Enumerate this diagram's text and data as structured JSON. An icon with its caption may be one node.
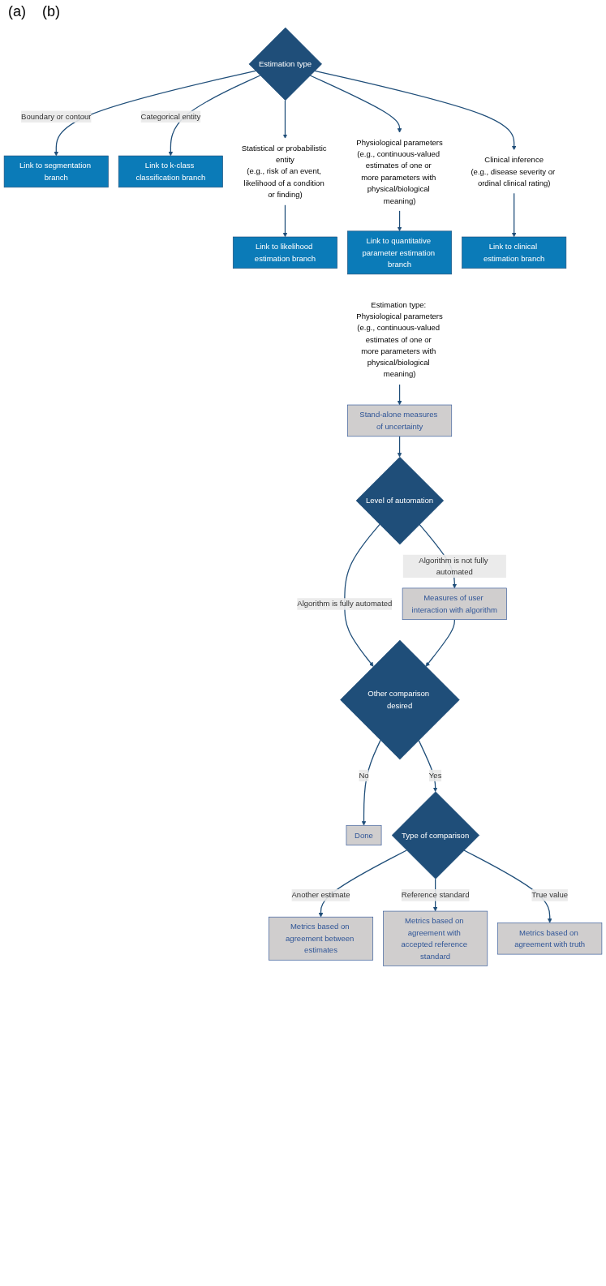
{
  "diagram": {
    "nodes": [
      {
        "text": [
          "Estimation type"
        ]
      },
      {
        "text": [
          "Link to segmentation branch"
        ]
      },
      {
        "text": [
          "Link to k-class classification branch"
        ]
      },
      {
        "text": [
          "Statistical or probabilistic entity",
          "(e.g., risk of an event, likelihood of a condition or finding)"
        ]
      },
      {
        "text": [
          "Physiological parameters",
          "(e.g., continuous-valued estimates of one or more parameters with physical/biological meaning)"
        ]
      },
      {
        "text": [
          "Clinical inference",
          "(e.g., disease severity or ordinal clinical rating)"
        ]
      },
      {
        "text": [
          "Link to likelihood estimation branch"
        ]
      },
      {
        "text": [
          "Link to quantitative parameter estimation branch"
        ]
      },
      {
        "text": [
          "Link to clinical estimation branch"
        ]
      },
      {
        "text": [
          "Estimation type: Physiological parameters",
          "(e.g., continuous-valued estimates of one or more parameters with physical/biological meaning)"
        ]
      },
      {
        "text": [
          "Stand-alone measures of uncertainty"
        ]
      },
      {
        "text": [
          "Level of automation"
        ]
      },
      {
        "text": [
          "Measures of user interaction with algorithm"
        ]
      },
      {
        "text": [
          "Other comparison desired"
        ]
      },
      {
        "text": [
          "Done"
        ]
      },
      {
        "text": [
          "Type of comparison"
        ]
      },
      {
        "text": [
          "Metrics based on agreement between estimates"
        ]
      },
      {
        "text": [
          "Metrics based on agreement with accepted reference standard"
        ]
      },
      {
        "text": [
          "Metrics based on agreement with truth"
        ]
      }
    ],
    "edges": [
      {
        "from": 0,
        "to": 1,
        "arrow": "to",
        "label": "Boundary or contour"
      },
      {
        "from": 0,
        "to": 2,
        "arrow": "to",
        "label": "Categorical entity"
      },
      {
        "from": 0,
        "to": 3,
        "arrow": "to"
      },
      {
        "from": 0,
        "to": 4,
        "arrow": "to"
      },
      {
        "from": 0,
        "to": 5,
        "arrow": "to"
      },
      {
        "from": 3,
        "to": 6,
        "arrow": "to"
      },
      {
        "from": 4,
        "to": 7,
        "arrow": "to"
      },
      {
        "from": 5,
        "to": 8,
        "arrow": "to"
      },
      {
        "from": 9,
        "to": 10,
        "arrow": "to"
      },
      {
        "from": 10,
        "to": 11,
        "arrow": "to"
      },
      {
        "from": 11,
        "to": 12,
        "arrow": "to",
        "label": "Algorithm is not fully automated"
      },
      {
        "from": 11,
        "to": 13,
        "arrow": "to",
        "label": "Algorithm is fully automated"
      },
      {
        "from": 12,
        "to": 13,
        "arrow": "to"
      },
      {
        "from": 13,
        "to": 14,
        "arrow": "to",
        "label": "No"
      },
      {
        "from": 13,
        "to": 15,
        "arrow": "to",
        "label": "Yes"
      },
      {
        "from": 15,
        "to": 16,
        "arrow": "to",
        "label": "Another estimate"
      },
      {
        "from": 15,
        "to": 17,
        "arrow": "to",
        "label": "Reference standard"
      },
      {
        "from": 15,
        "to": 18,
        "arrow": "to",
        "label": "True value"
      }
    ],
    "labels": [
      "(a)",
      "(b)"
    ]
  }
}
